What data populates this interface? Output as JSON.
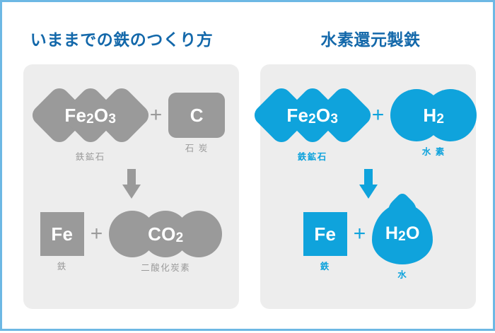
{
  "theme": {
    "border_color": "#6db8e4",
    "background": "#ffffff",
    "card_background": "#ededed",
    "title_color": "#1368aa",
    "gray": "#9a9a9a",
    "blue": "#0fa3dc"
  },
  "panels": [
    {
      "id": "conventional",
      "title": "いままでの鉄のつくり方",
      "color": "#9a9a9a",
      "reactants": [
        {
          "formula": "Fe",
          "sub1": "2",
          "mid": "O",
          "sub2": "3",
          "caption": "鉄鉱石",
          "shape": "oxide"
        },
        {
          "formula": "C",
          "sub1": "",
          "mid": "",
          "sub2": "",
          "caption": "石 炭",
          "shape": "carbon-box"
        }
      ],
      "products": [
        {
          "formula": "Fe",
          "sub1": "",
          "mid": "",
          "sub2": "",
          "caption": "鉄",
          "shape": "iron-square"
        },
        {
          "formula": "CO",
          "sub1": "",
          "mid": "",
          "sub2": "2",
          "caption": "二酸化炭素",
          "shape": "co2-triple-circle"
        }
      ],
      "plus": "+",
      "arrow": "down-arrow"
    },
    {
      "id": "hydrogen",
      "title": "水素還元製鉄",
      "color": "#0fa3dc",
      "reactants": [
        {
          "formula": "Fe",
          "sub1": "2",
          "mid": "O",
          "sub2": "3",
          "caption": "鉄鉱石",
          "shape": "oxide"
        },
        {
          "formula": "H",
          "sub1": "",
          "mid": "",
          "sub2": "2",
          "caption": "水 素",
          "shape": "h2-double-circle"
        }
      ],
      "products": [
        {
          "formula": "Fe",
          "sub1": "",
          "mid": "",
          "sub2": "",
          "caption": "鉄",
          "shape": "iron-square"
        },
        {
          "formula": "H",
          "sub1": "2",
          "mid": "O",
          "sub2": "",
          "caption": "水",
          "shape": "water-drop"
        }
      ],
      "plus": "+",
      "arrow": "down-arrow"
    }
  ]
}
